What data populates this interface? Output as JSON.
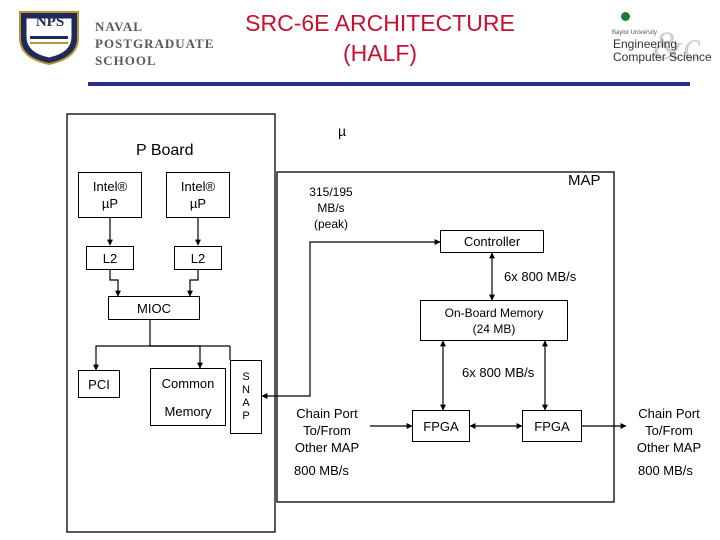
{
  "header": {
    "title_line1": "SRC-6E ARCHITECTURE",
    "title_line2": "(HALF)",
    "nps_logo_line1": "NAVAL",
    "nps_logo_line2": "POSTGRADUATE",
    "nps_logo_line3": "SCHOOL",
    "nps_shield_text": "NPS",
    "ecs_small": "Baylor University",
    "ecs_line1": "Engineering",
    "ecs_line2": "Computer Science",
    "ecs_script": "&c"
  },
  "p_board": {
    "label": "P Board",
    "cpu1": "Intel®\nµP",
    "cpu2": "Intel®\nµP",
    "l2_left": "L2",
    "l2_right": "L2",
    "mioc": "MIOC",
    "pci": "PCI",
    "common_memory_line1": "Common",
    "common_memory_line2": "Memory",
    "snap": "S\nN\nA\nP"
  },
  "link": {
    "mu": "µ",
    "bandwidth": "315/195\nMB/s\n(peak)"
  },
  "map": {
    "label": "MAP",
    "controller": "Controller",
    "bw_controller": "6x 800 MB/s",
    "onboard_memory": "On-Board Memory\n(24 MB)",
    "bw_fpga": "6x 800 MB/s",
    "fpga_left": "FPGA",
    "fpga_right": "FPGA",
    "chain_left": "Chain Port\nTo/From\nOther MAP",
    "chain_right": "Chain Port\nTo/From\nOther MAP",
    "chain_left_bw": "800 MB/s",
    "chain_right_bw": "800 MB/s"
  },
  "colors": {
    "title": "#c8102e",
    "rule": "#2e2f8c"
  }
}
